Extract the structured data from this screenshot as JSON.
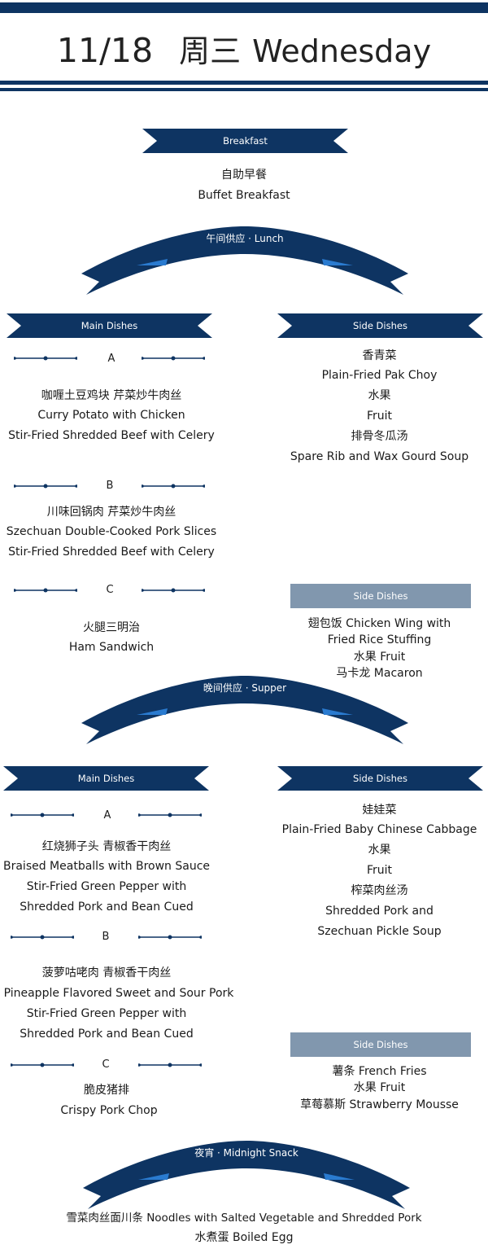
{
  "header": {
    "date": "11/18",
    "weekday_cn": "周三",
    "weekday_en": "Wednesday"
  },
  "breakfast": {
    "banner": "Breakfast",
    "items": [
      "自助早餐",
      "Buffet Breakfast"
    ]
  },
  "lunch": {
    "arc_label": "午间供应 · Lunch",
    "main_banner": "Main Dishes",
    "side_banner": "Side Dishes",
    "options": [
      {
        "letter": "A",
        "lines": [
          "咖喱土豆鸡块  芹菜炒牛肉丝",
          "Curry Potato with Chicken",
          "Stir-Fried Shredded Beef with Celery"
        ]
      },
      {
        "letter": "B",
        "lines": [
          "川味回锅肉  芹菜炒牛肉丝",
          "Szechuan Double-Cooked Pork Slices",
          "Stir-Fried Shredded Beef with Celery"
        ]
      },
      {
        "letter": "C",
        "lines": [
          "火腿三明治",
          "Ham Sandwich"
        ]
      }
    ],
    "sides": [
      "香青菜",
      "Plain-Fried Pak Choy",
      "水果",
      "Fruit",
      "排骨冬瓜汤",
      "Spare Rib and Wax Gourd Soup"
    ],
    "sides_c_banner": "Side Dishes",
    "sides_c": [
      "翅包饭 Chicken Wing with",
      "Fried Rice Stuffing",
      "水果 Fruit",
      "马卡龙 Macaron"
    ]
  },
  "supper": {
    "arc_label": "晚间供应 · Supper",
    "main_banner": "Main Dishes",
    "side_banner": "Side Dishes",
    "options": [
      {
        "letter": "A",
        "lines": [
          "红烧狮子头  青椒香干肉丝",
          "Braised Meatballs with Brown Sauce",
          "Stir-Fried Green Pepper with",
          "Shredded Pork and Bean Cued"
        ]
      },
      {
        "letter": "B",
        "lines": [
          "菠萝咕咾肉  青椒香干肉丝",
          "Pineapple Flavored Sweet and Sour Pork",
          "Stir-Fried Green Pepper with",
          "Shredded Pork and Bean Cued"
        ]
      },
      {
        "letter": "C",
        "lines": [
          "脆皮猪排",
          "Crispy Pork Chop"
        ]
      }
    ],
    "sides": [
      "娃娃菜",
      "Plain-Fried Baby Chinese Cabbage",
      "水果",
      "Fruit",
      "榨菜肉丝汤",
      "Shredded Pork and",
      "Szechuan Pickle Soup"
    ],
    "sides_c_banner": "Side Dishes",
    "sides_c": [
      "薯条 French Fries",
      "水果 Fruit",
      "草莓慕斯 Strawberry Mousse"
    ]
  },
  "midnight": {
    "arc_label": "夜宵  · Midnight Snack",
    "items": [
      "雪菜肉丝面川条 Noodles with Salted Vegetable and Shredded Pork",
      "水煮蛋 Boiled Egg"
    ]
  },
  "colors": {
    "navy": "#0e3462",
    "accent_blue": "#2a7bd0",
    "gray_banner": "#8197ae",
    "text": "#1a1a1a"
  }
}
